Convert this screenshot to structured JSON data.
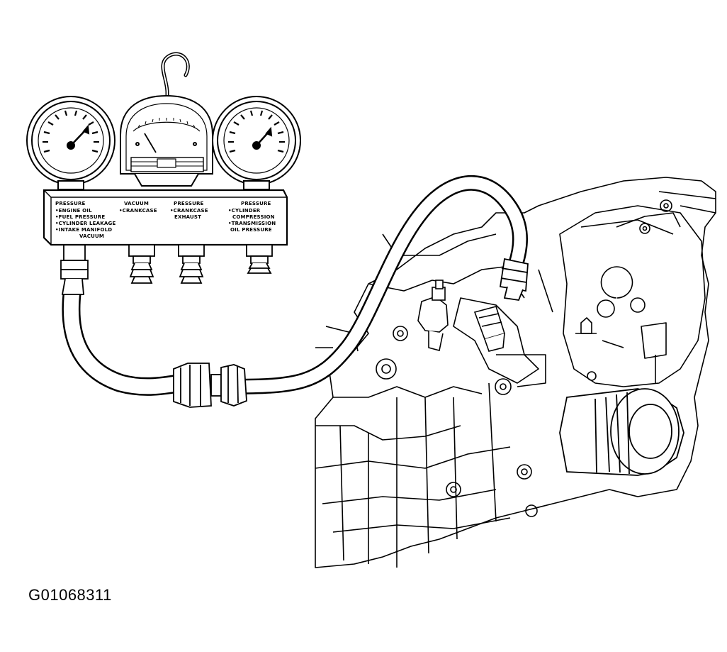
{
  "figure": {
    "id": "G01068311"
  },
  "gauge_set": {
    "left_gauge": "pressure-gauge",
    "center_gauge": "vacuum-gauge",
    "right_gauge": "pressure-gauge",
    "panel": {
      "col1_header": "PRESSURE",
      "col1_lines": [
        "•ENGINE OIL",
        "•FUEL PRESSURE",
        "•CYLINDER LEAKAGE",
        "•INTAKE MANIFOLD",
        "VACUUM"
      ],
      "col2_header": "VACUUM",
      "col2_lines": [
        "•CRANKCASE"
      ],
      "col3_header": "PRESSURE",
      "col3_lines": [
        "•CRANKCASE",
        "EXHAUST"
      ],
      "col4_header": "PRESSURE",
      "col4_lines": [
        "•CYLINDER",
        "COMPRESSION",
        "•TRANSMISSION",
        "OIL PRESSURE"
      ]
    }
  },
  "colors": {
    "ink": "#000000",
    "paper": "#ffffff"
  }
}
